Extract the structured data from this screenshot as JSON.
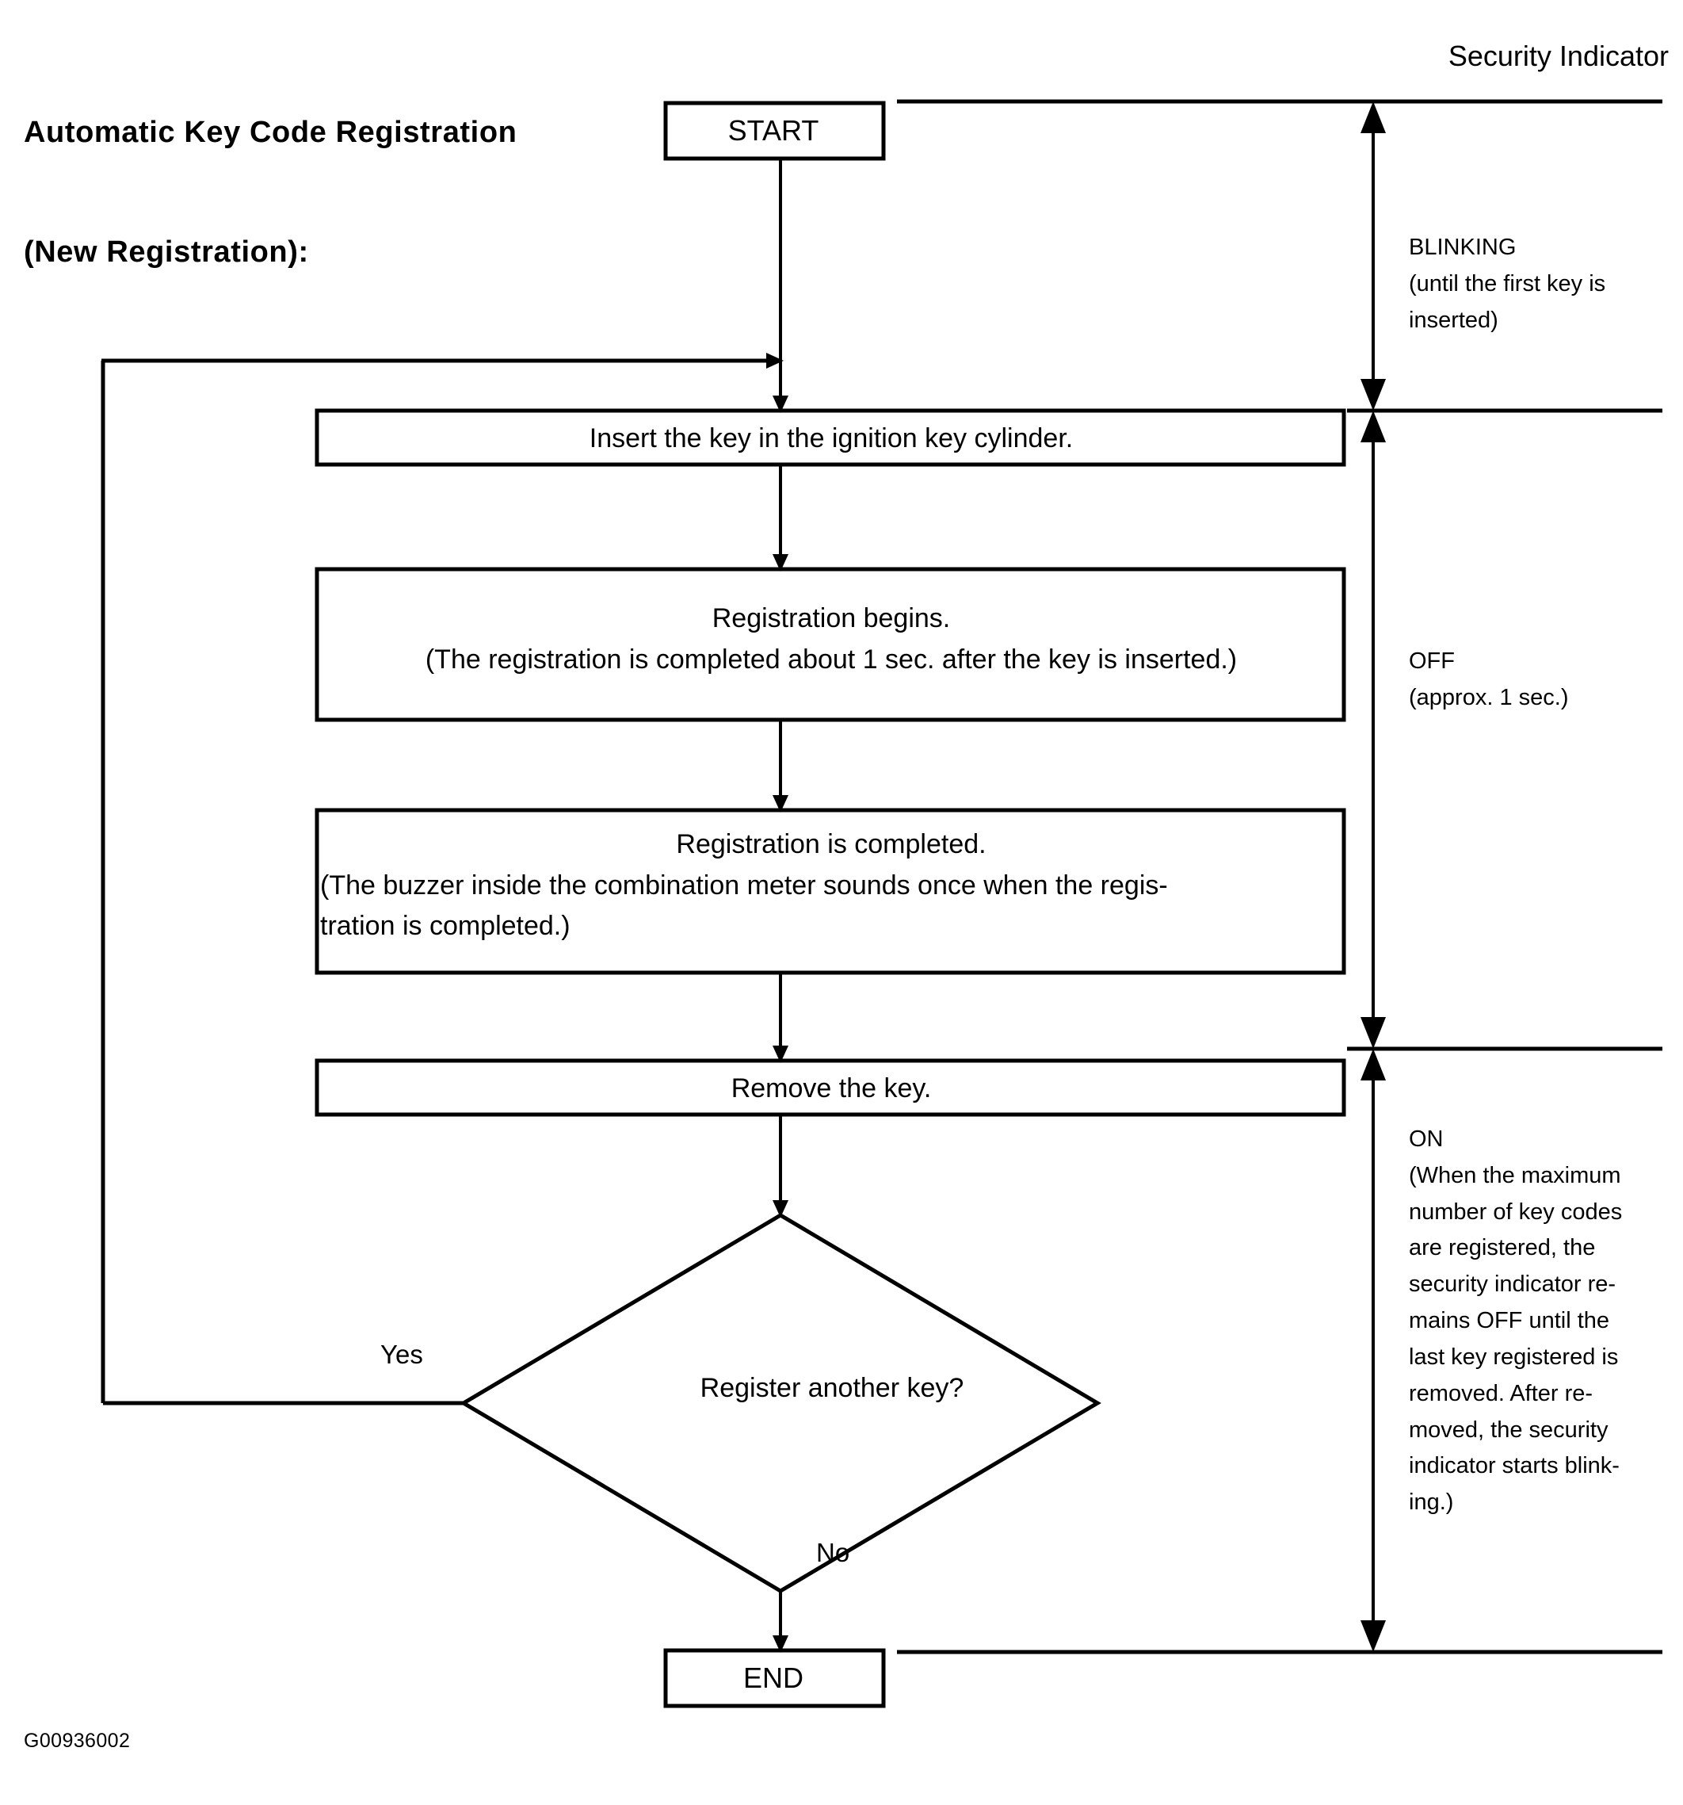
{
  "title": {
    "line1": "Automatic Key Code Registration",
    "line2": "(New Registration):"
  },
  "column_header": "Security Indicator",
  "reference_code": "G00936002",
  "flow": {
    "start": "START",
    "end": "END",
    "steps": [
      {
        "id": "insert",
        "text": "Insert the key in the ignition key cylinder."
      },
      {
        "id": "begin_l1",
        "text": "Registration begins."
      },
      {
        "id": "begin_l2",
        "text": "(The registration is completed about 1 sec. after the key is inserted.)"
      },
      {
        "id": "completed_l1",
        "text": "Registration is completed."
      },
      {
        "id": "completed_l2",
        "text": "(The buzzer inside the combination meter sounds once when the regis-"
      },
      {
        "id": "completed_l3",
        "text": "tration is completed.)"
      },
      {
        "id": "remove",
        "text": "Remove the key."
      }
    ],
    "decision": "Register another key?",
    "branch_yes": "Yes",
    "branch_no": "No"
  },
  "indicator_states": [
    {
      "id": "blinking",
      "state": "BLINKING",
      "detail_lines": [
        "(until the first key is",
        "inserted)"
      ]
    },
    {
      "id": "off",
      "state": "OFF",
      "detail_lines": [
        "(approx. 1 sec.)"
      ]
    },
    {
      "id": "on",
      "state": "ON",
      "detail_lines": [
        "(When the maximum",
        "number of key codes",
        "are registered, the",
        "security indicator re-",
        "mains OFF until the",
        "last key registered is",
        "removed.  After re-",
        "moved, the security",
        "indicator starts blink-",
        "ing.)"
      ]
    }
  ],
  "colors": {
    "ink": "#000000",
    "paper": "#ffffff"
  }
}
